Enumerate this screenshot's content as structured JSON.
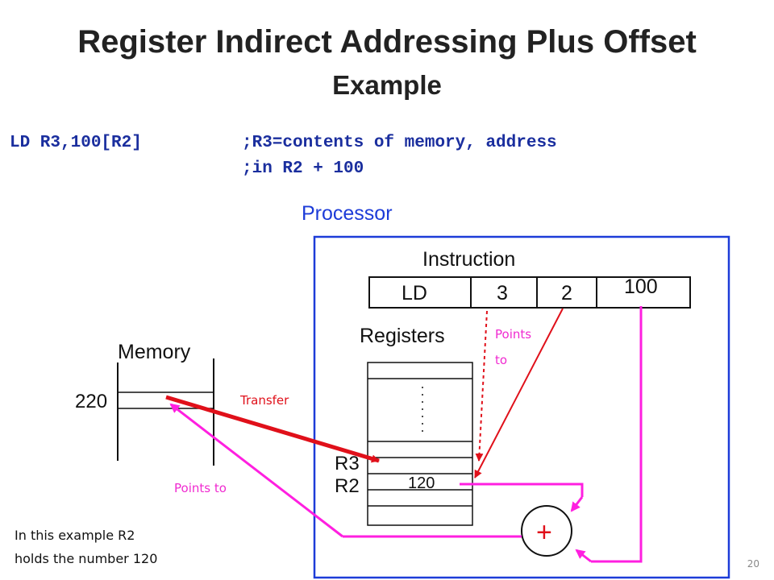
{
  "title": "Register Indirect Addressing Plus Offset",
  "subtitle": "Example",
  "code": {
    "instruction": "LD R3,100[R2]",
    "comment_line1": ";R3=contents of memory, address",
    "comment_line2": ";in R2 + 100"
  },
  "diagram": {
    "processor_label": "Processor",
    "instruction_label": "Instruction",
    "instruction_fields": [
      "LD",
      "3",
      "2",
      "100"
    ],
    "registers_label": "Registers",
    "register_r3_label": "R3",
    "register_r2_label": "R2",
    "register_r2_value": "120",
    "memory_label": "Memory",
    "memory_address": "220",
    "transfer_label": "Transfer",
    "points_to_top": [
      "Points",
      "to"
    ],
    "points_to_bottom": "Points to",
    "adder_symbol": "+"
  },
  "colors": {
    "title_text": "#222222",
    "code_text": "#1a2e9e",
    "processor_border": "#1d3cd8",
    "processor_label": "#1d3cd8",
    "arrow_red": "#e0101a",
    "arrow_magenta": "#ff1fe0",
    "label_magenta": "#f02ad0"
  },
  "note": {
    "line1": "In this example R2",
    "line2": "holds the number 120"
  },
  "page_number": "20"
}
